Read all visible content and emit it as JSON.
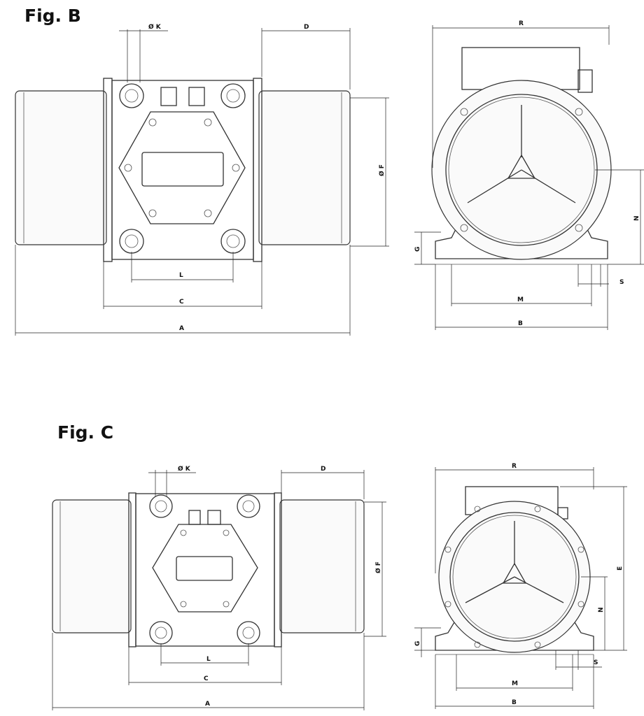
{
  "figures": [
    {
      "title": "Fig. B",
      "side_view_dimensions": {
        "k": "Ø K",
        "d": "D",
        "f": "Ø F",
        "l": "L",
        "c": "C",
        "a": "A"
      },
      "front_view_dimensions": {
        "r": "R",
        "n": "N",
        "g": "G",
        "s": "S",
        "m": "M",
        "b": "B"
      }
    },
    {
      "title": "Fig. C",
      "side_view_dimensions": {
        "k": "Ø K",
        "d": "D",
        "f": "Ø F",
        "l": "L",
        "c": "C",
        "a": "A"
      },
      "front_view_dimensions": {
        "r": "R",
        "e": "E",
        "n": "N",
        "g": "G",
        "s": "S",
        "m": "M",
        "b": "B"
      }
    }
  ]
}
